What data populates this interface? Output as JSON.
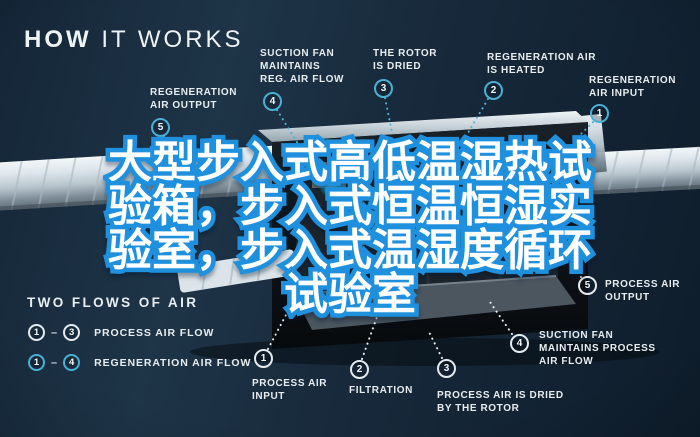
{
  "title": {
    "word_bold": "HOW",
    "word_light": " IT WORKS"
  },
  "headline": {
    "lines": [
      "大型步入式高低温湿热试",
      "验箱，步入式恒温恒湿实",
      "验室，步入式温湿度循环",
      "试验室"
    ],
    "fill_color": "#ffffff",
    "stroke_color": "#1e90dd"
  },
  "colors": {
    "background": "#17293b",
    "regen_accent": "#49b0d6",
    "process_accent": "#e4ebee",
    "label_text": "#e7edf0"
  },
  "regeneration_steps": [
    {
      "num": "1",
      "label": "REGENERATION\nAIR INPUT"
    },
    {
      "num": "2",
      "label": "REGENERATION AIR\nIS HEATED"
    },
    {
      "num": "3",
      "label": "THE ROTOR\nIS DRIED"
    },
    {
      "num": "4",
      "label": "SUCTION FAN\nMAINTAINS\nREG. AIR FLOW"
    },
    {
      "num": "5",
      "label": "REGENERATION\nAIR OUTPUT"
    }
  ],
  "process_steps": [
    {
      "num": "1",
      "label": "PROCESS AIR\nINPUT"
    },
    {
      "num": "2",
      "label": "FILTRATION"
    },
    {
      "num": "3",
      "label": "PROCESS AIR IS DRIED\nBY THE ROTOR"
    },
    {
      "num": "4",
      "label": "SUCTION FAN\nMAINTAINS PROCESS\nAIR FLOW"
    },
    {
      "num": "5",
      "label": "PROCESS AIR\nOUTPUT"
    }
  ],
  "legend": {
    "title": "TWO FLOWS OF AIR",
    "rows": [
      {
        "from": "1",
        "to": "3",
        "dash": "–",
        "label": "PROCESS AIR FLOW"
      },
      {
        "from": "1",
        "to": "4",
        "dash": "–",
        "label": "REGENERATION AIR FLOW"
      }
    ]
  }
}
